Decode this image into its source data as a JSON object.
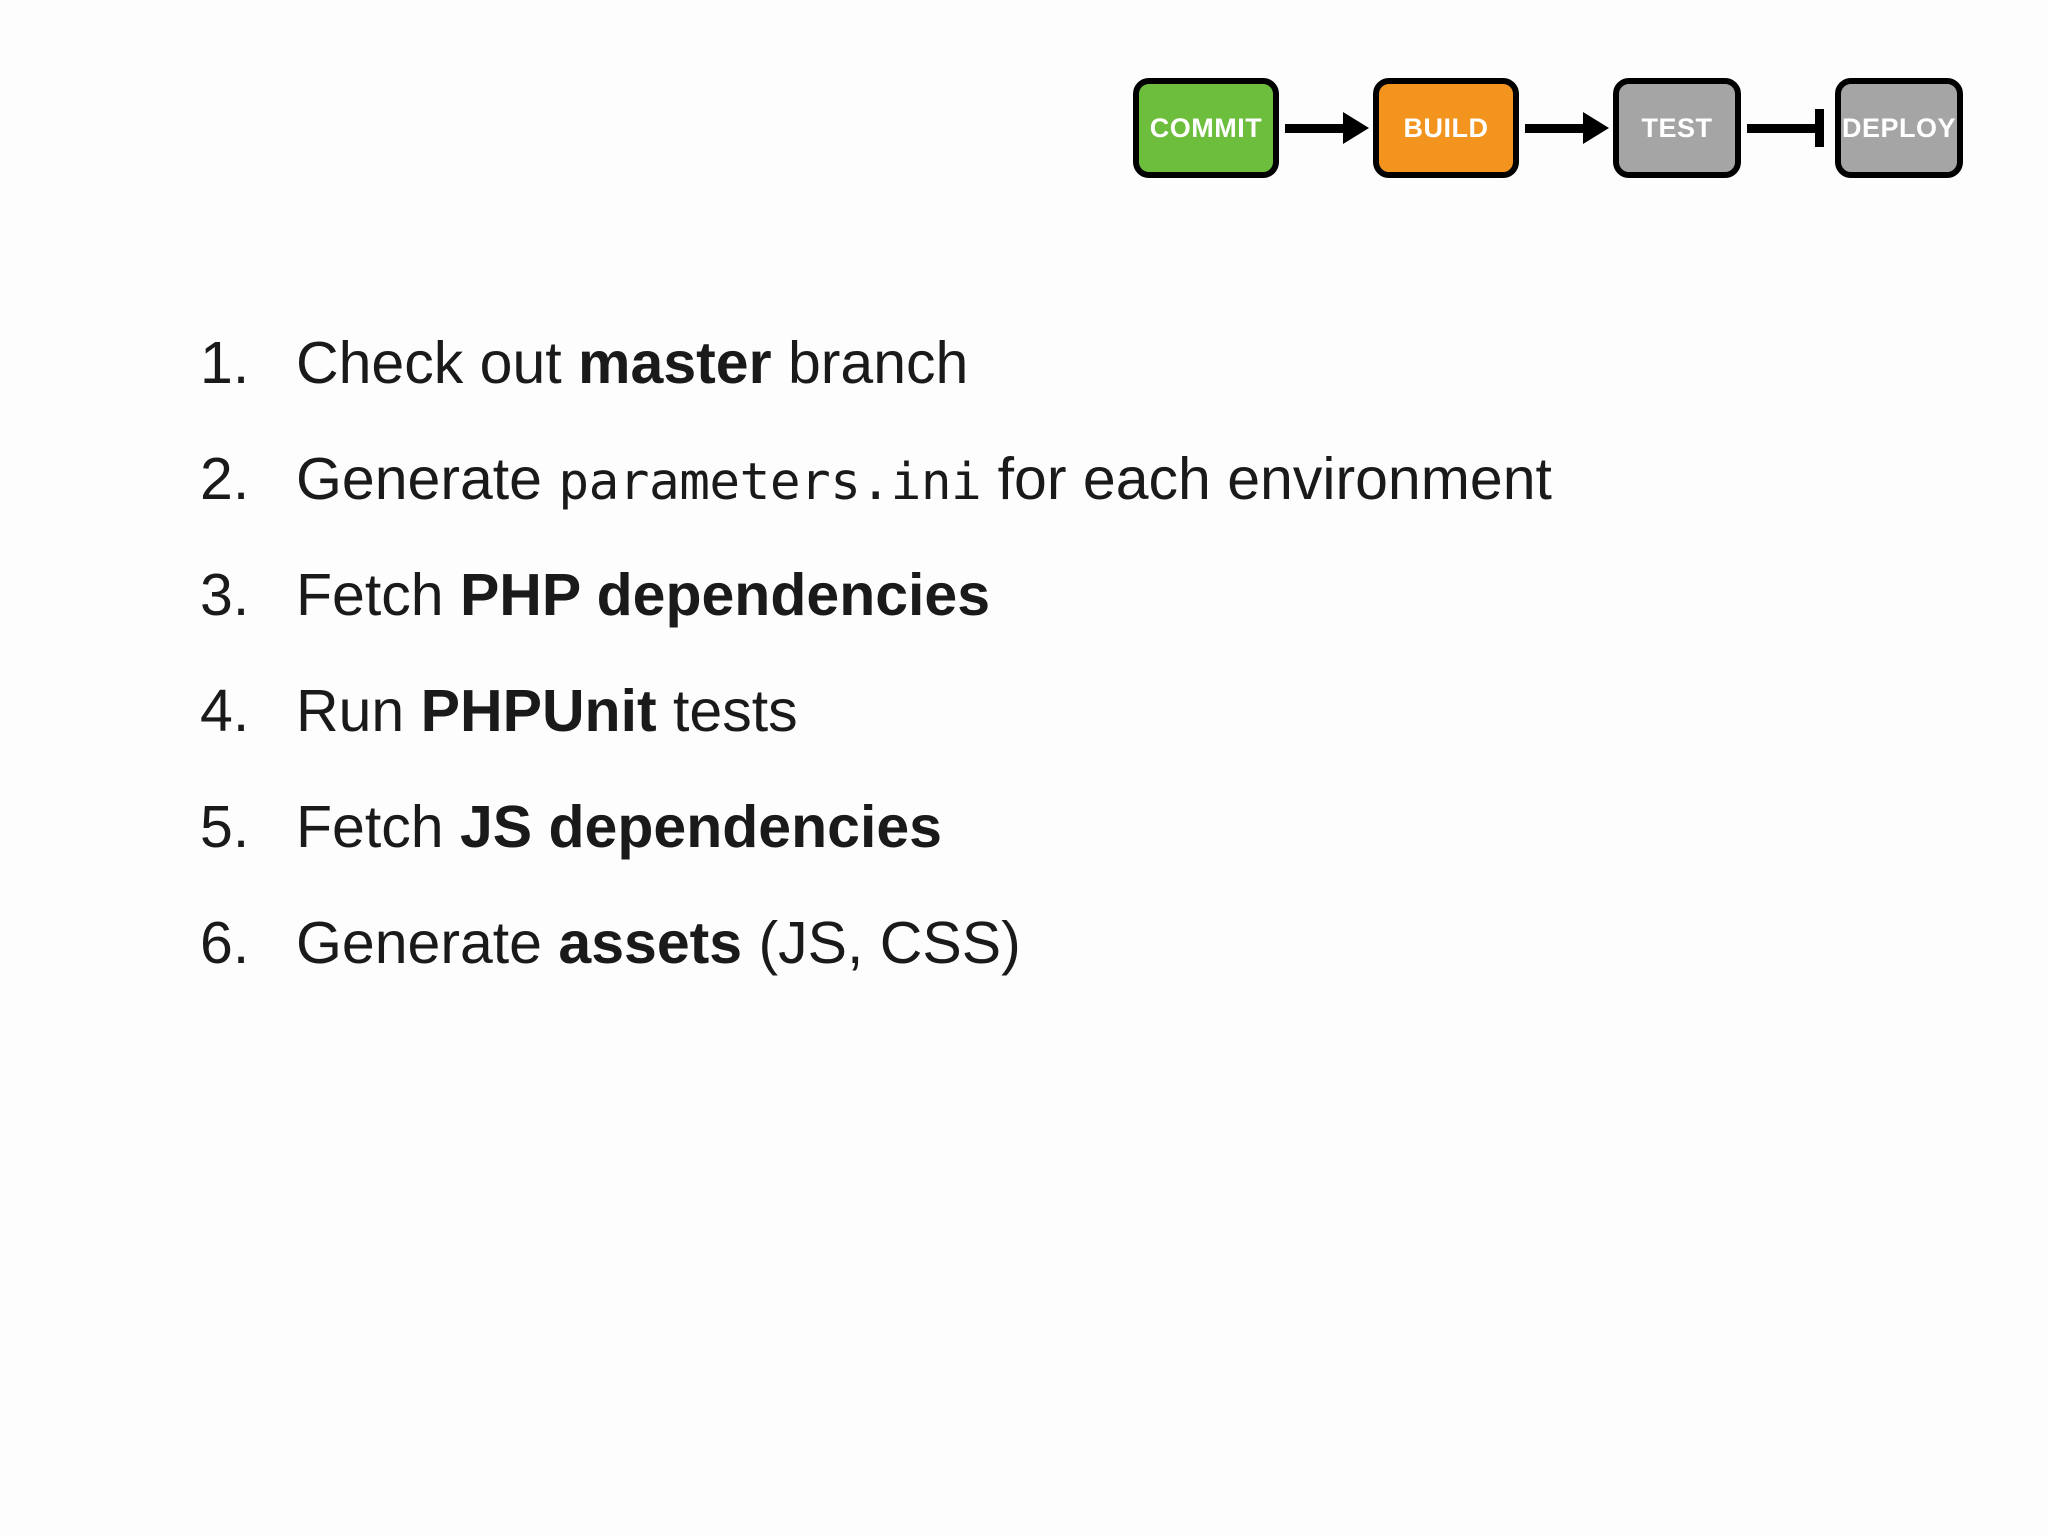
{
  "slide": {
    "background_color": "#fdfdfd",
    "text_color": "#1a1a1a"
  },
  "pipeline": {
    "name": "ci-cd-pipeline",
    "stages": [
      {
        "label": "COMMIT",
        "color": "#6cbe3c",
        "state": "active"
      },
      {
        "label": "BUILD",
        "color": "#f2941e",
        "state": "current"
      },
      {
        "label": "TEST",
        "color": "#a5a5a5",
        "state": "inactive"
      },
      {
        "label": "DEPLOY",
        "color": "#a5a5a5",
        "state": "inactive"
      }
    ],
    "connectors": [
      {
        "type": "arrow",
        "icon": "arrow-right-icon"
      },
      {
        "type": "arrow",
        "icon": "arrow-right-icon"
      },
      {
        "type": "tbar",
        "icon": "t-bar-connector-icon"
      }
    ],
    "border_color": "#000000",
    "label_color": "#ffffff"
  },
  "steps": {
    "title": "",
    "items": [
      {
        "number": "1.",
        "parts": [
          {
            "text": "Check out ",
            "style": "normal"
          },
          {
            "text": "master",
            "style": "bold"
          },
          {
            "text": " branch",
            "style": "normal"
          }
        ],
        "plain": "Check out master branch"
      },
      {
        "number": "2.",
        "parts": [
          {
            "text": "Generate ",
            "style": "normal"
          },
          {
            "text": "parameters.ini",
            "style": "mono"
          },
          {
            "text": " for each environment",
            "style": "normal"
          }
        ],
        "plain": "Generate parameters.ini for each environment"
      },
      {
        "number": "3.",
        "parts": [
          {
            "text": "Fetch ",
            "style": "normal"
          },
          {
            "text": "PHP dependencies",
            "style": "bold"
          }
        ],
        "plain": "Fetch PHP dependencies"
      },
      {
        "number": "4.",
        "parts": [
          {
            "text": "Run ",
            "style": "normal"
          },
          {
            "text": "PHPUnit",
            "style": "bold"
          },
          {
            "text": " tests",
            "style": "normal"
          }
        ],
        "plain": "Run PHPUnit tests"
      },
      {
        "number": "5.",
        "parts": [
          {
            "text": "Fetch ",
            "style": "normal"
          },
          {
            "text": "JS dependencies",
            "style": "bold"
          }
        ],
        "plain": "Fetch JS dependencies"
      },
      {
        "number": "6.",
        "parts": [
          {
            "text": "Generate ",
            "style": "normal"
          },
          {
            "text": "assets",
            "style": "bold"
          },
          {
            "text": " (JS, CSS)",
            "style": "normal"
          }
        ],
        "plain": "Generate assets (JS, CSS)"
      }
    ]
  }
}
